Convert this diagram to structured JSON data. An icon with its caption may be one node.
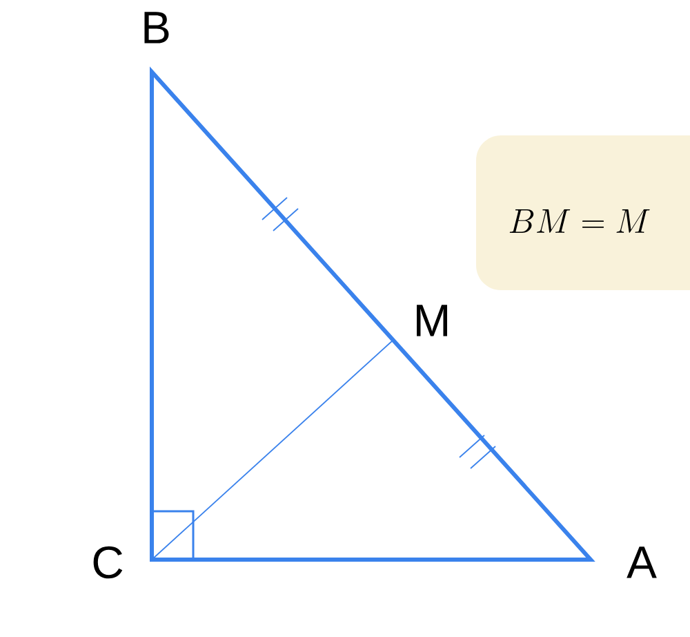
{
  "diagram": {
    "nodes": [
      {
        "text": [
          "BM = M"
        ]
      }
    ],
    "labels": [
      "B",
      "M",
      "C",
      "A"
    ]
  }
}
